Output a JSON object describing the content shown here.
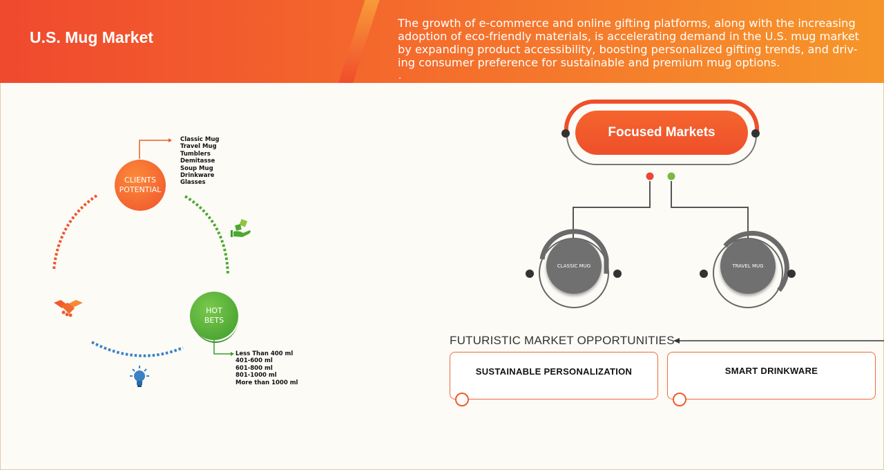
{
  "header": {
    "title": "U.S. Mug Market",
    "summary": "The growth of e-commerce and online gifting platforms, along with the increasing adoption of eco-friendly materials, is accelerating demand in the U.S. mug market by expanding product accessibility, boosting personalized gifting trends, and driv-ing consumer preference for sustainable and premium mug options.",
    "summary_tail": "."
  },
  "cycle": {
    "clients_potential": {
      "line1": "CLIENTS",
      "line2": "POTENTIAL"
    },
    "hot_bets": {
      "line1": "HOT",
      "line2": "BETS"
    },
    "product_types": [
      "Classic Mug",
      "Travel Mug",
      "Tumblers",
      "Demitasse",
      "Soup Mug",
      "Drinkware",
      "Glasses"
    ],
    "capacities": [
      "Less Than 400 ml",
      "401-600 ml",
      "601-800 ml",
      "801-1000 ml",
      "More than 1000 ml"
    ],
    "icons": [
      "handshake-icon",
      "money-hand-icon",
      "lightbulb-icon"
    ],
    "colors": {
      "orange": "#f0532b",
      "green": "#4da832",
      "blue": "#3b82c4"
    }
  },
  "focused_markets": {
    "label": "Focused Markets",
    "items": [
      "CLASSIC MUG",
      "TRAVEL MUG"
    ],
    "dot_colors": [
      "#e8473a",
      "#79b843"
    ]
  },
  "futuristic": {
    "heading": "FUTURISTIC MARKET OPPORTUNITIES",
    "items": [
      "SUSTAINABLE PERSONALIZATION",
      "SMART DRINKWARE"
    ]
  }
}
